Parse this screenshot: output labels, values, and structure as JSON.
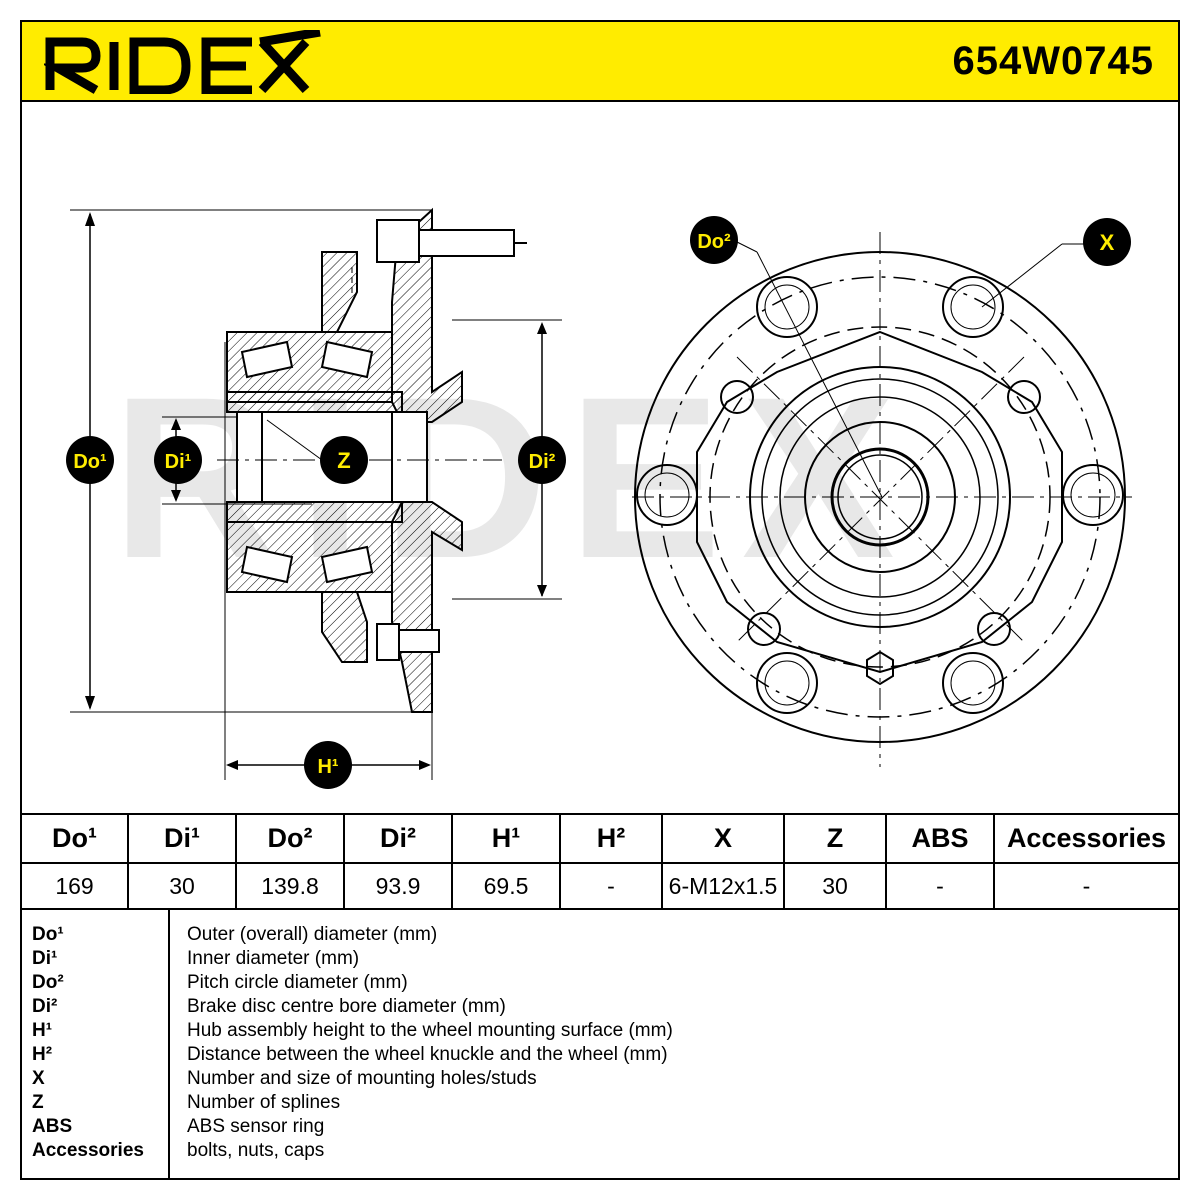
{
  "header": {
    "brand": "RIDEX",
    "part_number": "654W0745",
    "color_yellow": "#ffec00"
  },
  "diagram": {
    "watermark": "RIDEX",
    "labels": {
      "do1": "Do¹",
      "di1": "Di¹",
      "z": "Z",
      "di2": "Di²",
      "h1": "H¹",
      "do2": "Do²",
      "x": "X"
    }
  },
  "table": {
    "headers": [
      "Do¹",
      "Di¹",
      "Do²",
      "Di²",
      "H¹",
      "H²",
      "X",
      "Z",
      "ABS",
      "Accessories"
    ],
    "values": [
      "169",
      "30",
      "139.8",
      "93.9",
      "69.5",
      "-",
      "6-M12x1.5",
      "30",
      "-",
      "-"
    ]
  },
  "legend": [
    {
      "key": "Do¹",
      "desc": "Outer (overall) diameter (mm)"
    },
    {
      "key": "Di¹",
      "desc": "Inner diameter (mm)"
    },
    {
      "key": "Do²",
      "desc": "Pitch circle diameter (mm)"
    },
    {
      "key": "Di²",
      "desc": "Brake disc centre bore diameter (mm)"
    },
    {
      "key": "H¹",
      "desc": "Hub assembly height to the wheel mounting surface (mm)"
    },
    {
      "key": "H²",
      "desc": "Distance between the wheel knuckle and the wheel (mm)"
    },
    {
      "key": "X",
      "desc": "Number and size of mounting holes/studs"
    },
    {
      "key": "Z",
      "desc": "Number of splines"
    },
    {
      "key": "ABS",
      "desc": "ABS sensor ring"
    },
    {
      "key": "Accessories",
      "desc": "bolts, nuts, caps"
    }
  ]
}
